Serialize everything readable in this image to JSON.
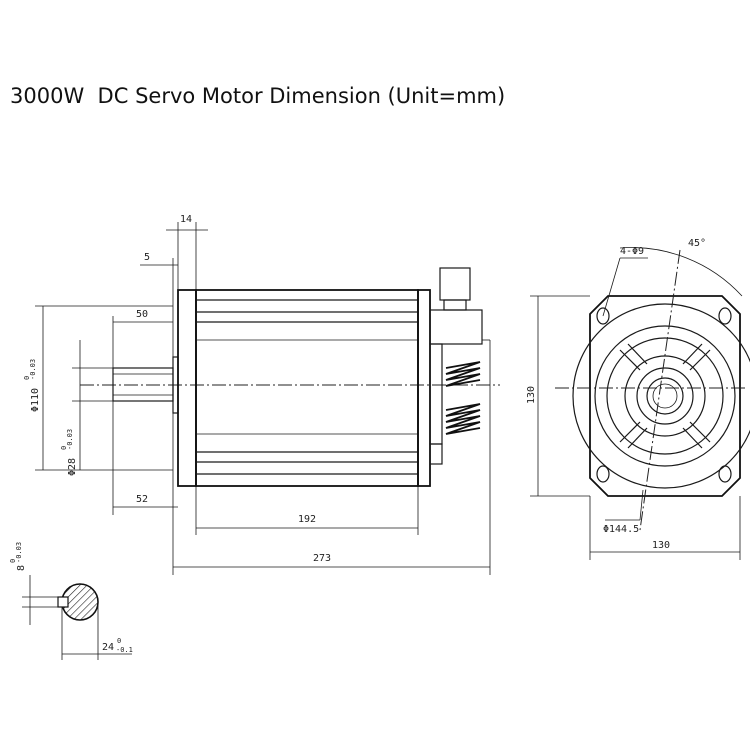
{
  "title": "3000W  DC Servo Motor Dimension (Unit=mm)",
  "dimensions": {
    "flange_thickness": "14",
    "spigot_depth": "5",
    "shaft_length": "50",
    "shaft_from_flange": "52",
    "body_length": "192",
    "total_length": "273",
    "spigot_diameter": "Φ110",
    "spigot_tolerance": "-0.03",
    "spigot_tolerance_top": "0",
    "shaft_diameter": "Φ28",
    "shaft_tolerance": "-0.03",
    "shaft_tolerance_top": "0",
    "flange_height": "130",
    "flange_width": "130",
    "holes": "4-Φ9",
    "angle": "45°",
    "bolt_circle": "Φ144.5",
    "key_width": "8",
    "key_tolerance": "-0.03",
    "key_tolerance_top": "0",
    "key_depth": "24",
    "key_depth_tolerance": "-0.1",
    "key_depth_tolerance_top": "0"
  }
}
